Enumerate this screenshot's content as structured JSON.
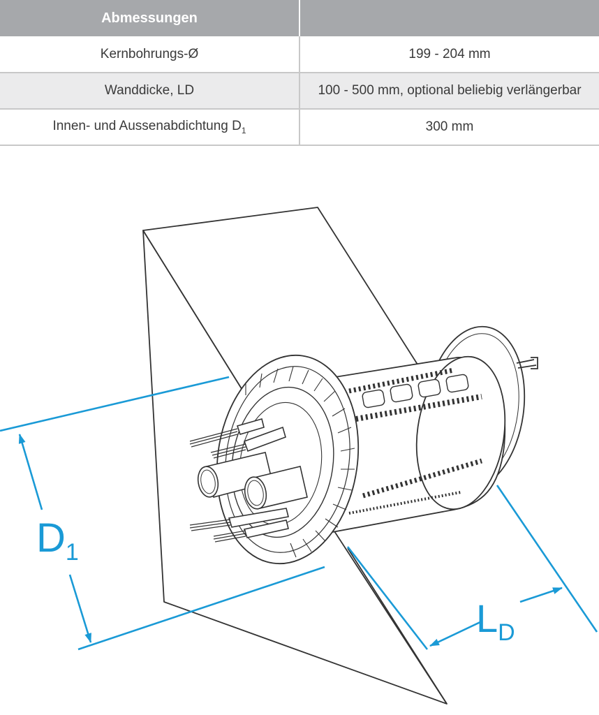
{
  "table": {
    "headers": [
      "Abmessungen",
      ""
    ],
    "rows": [
      {
        "label": "Kernbohrungs-Ø",
        "value": "199 - 204 mm"
      },
      {
        "label": "Wanddicke, LD",
        "value": "100 - 500 mm, optional beliebig verlängerbar"
      },
      {
        "label": "Innen- und Aussenabdichtung D",
        "label_sub": "1",
        "value": "300 mm"
      }
    ]
  },
  "diagram": {
    "labels": {
      "d1": {
        "main": "D",
        "sub": "1"
      },
      "ld": {
        "main": "L",
        "sub": "D"
      }
    },
    "colors": {
      "dimension": "#1a9ad6",
      "line": "#333333",
      "header": "#a6a8ab"
    }
  }
}
